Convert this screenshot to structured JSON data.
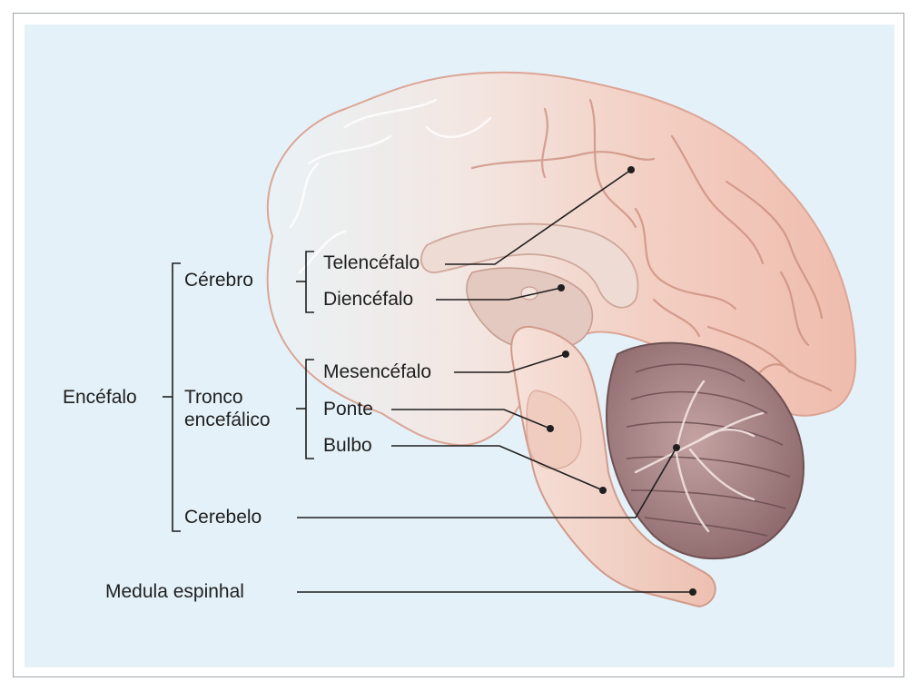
{
  "diagram": {
    "colors": {
      "background": "#e4f1f8",
      "cortex": "#f1c9bd",
      "cortex_outline": "#d99a8a",
      "brainstem": "#f2cfc2",
      "cerebellum": "#a98585",
      "leader_line": "#1f1f1f"
    },
    "labels": {
      "encefalo": "Encéfalo",
      "cerebro": "Cérebro",
      "tronco_line1": "Tronco",
      "tronco_line2": "encefálico",
      "cerebelo": "Cerebelo",
      "telencefalo": "Telencéfalo",
      "diencefalo": "Diencéfalo",
      "mesencefalo": "Mesencéfalo",
      "ponte": "Ponte",
      "bulbo": "Bulbo",
      "medula": "Medula espinhal"
    }
  }
}
